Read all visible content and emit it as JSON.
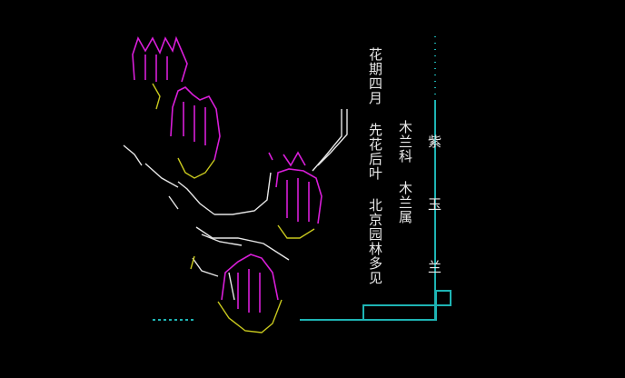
{
  "artwork": {
    "title": "紫 玉 兰",
    "family_line": "木兰科 木兰属",
    "note_line": "花期四月 先花后叶 北京园林多见"
  },
  "colors": {
    "background": "#000000",
    "petal": "#d81ed8",
    "petal_light": "#f0a0f0",
    "calyx": "#c8c81e",
    "branch": "#e6e6e6",
    "frame": "#1eb4b4",
    "text": "#e8e8e8"
  }
}
